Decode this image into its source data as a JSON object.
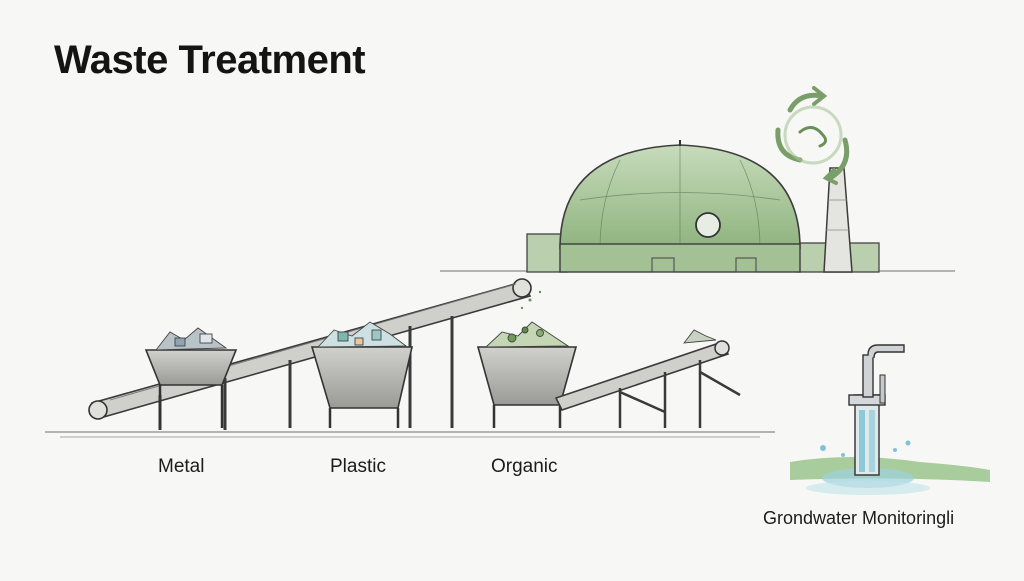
{
  "title": "Waste Treatment",
  "labels": {
    "metal": "Metal",
    "plastic": "Plastic",
    "organic": "Organic",
    "groundwater": "Grondwater Monitoringli"
  },
  "colors": {
    "dome_green": "#a9c79a",
    "ground_green": "#8ebd7e",
    "water_blue": "#7fc4d6",
    "ink": "#3a3a3a"
  },
  "icons": {
    "recycle": "recycle-arrows-icon"
  }
}
